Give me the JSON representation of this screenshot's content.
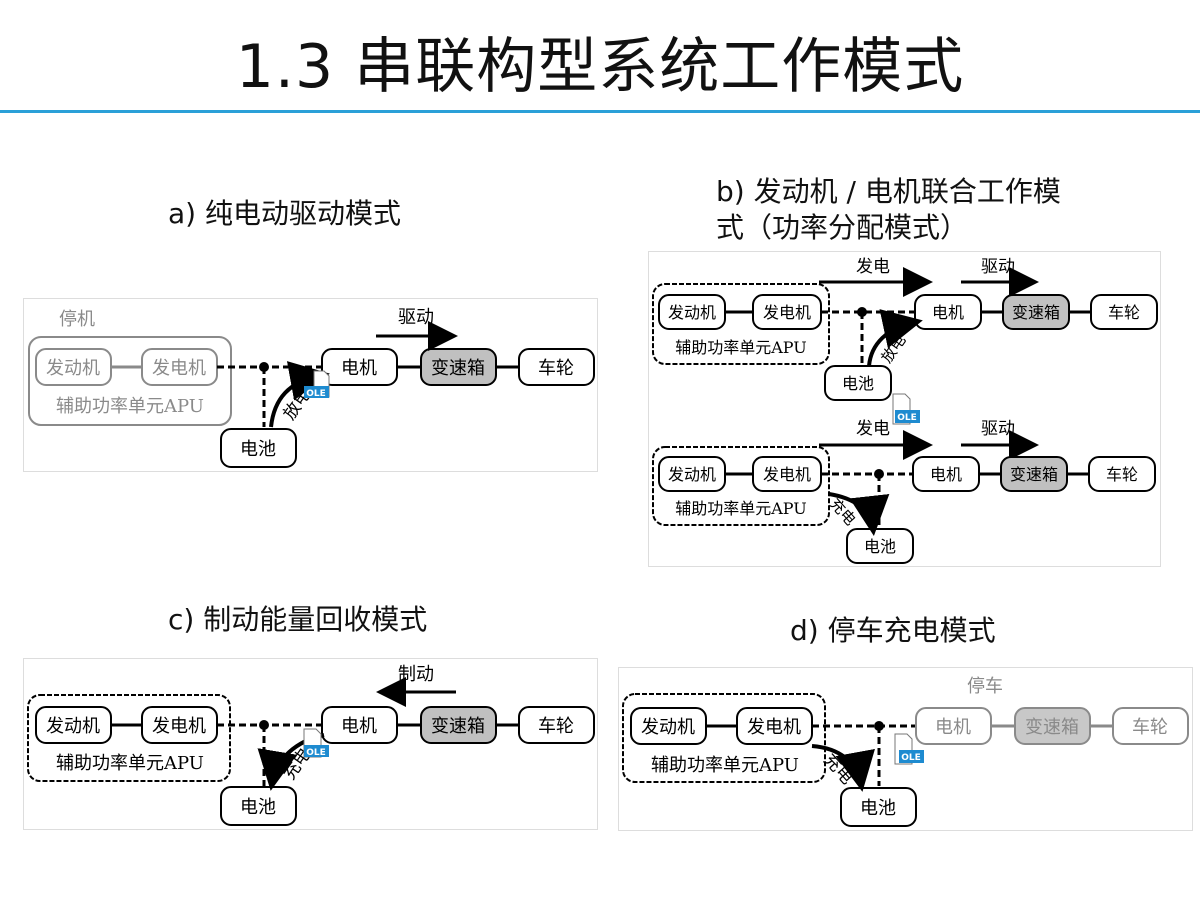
{
  "title": "1.3  串联构型系统工作模式",
  "sections": {
    "a": {
      "title": "a) 纯电动驱动模式"
    },
    "b": {
      "title_line1": "b) 发动机 / 电机联合工作模",
      "title_line2": "式（功率分配模式）"
    },
    "c": {
      "title": "c) 制动能量回收模式"
    },
    "d": {
      "title": "d) 停车充电模式"
    }
  },
  "components": {
    "engine": "发动机",
    "generator": "发电机",
    "motor": "电机",
    "gearbox": "变速箱",
    "wheel": "车轮",
    "battery": "电池",
    "apu": "辅助功率单元APU"
  },
  "labels": {
    "stop": "停机",
    "drive": "驱动",
    "discharge": "放电",
    "generate": "发电",
    "charge": "充电",
    "brake": "制动",
    "park": "停车",
    "ole": "OLE"
  },
  "colors": {
    "accent": "#2aa0d8",
    "gearbox_fill": "#c0c0c0",
    "dim": "#8a8a8a"
  }
}
